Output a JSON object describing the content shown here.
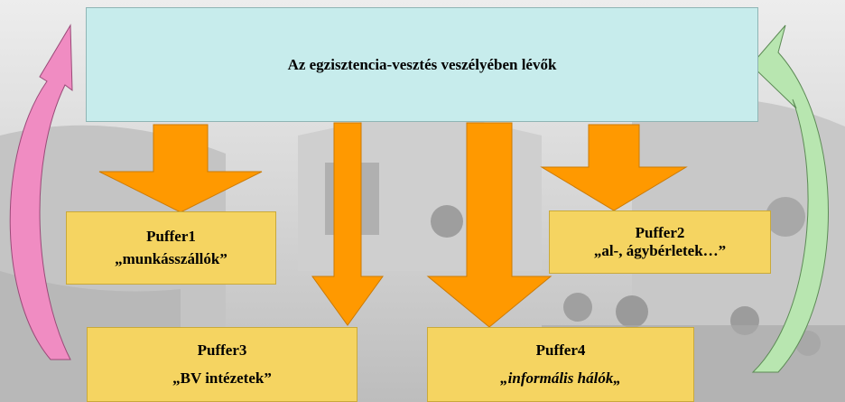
{
  "top": {
    "title": "Az egzisztencia-vesztés veszélyében lévők"
  },
  "puffers": [
    {
      "title": "Puffer1",
      "subtitle": "„munkásszállók”"
    },
    {
      "title": "Puffer2",
      "subtitle": "„al-, ágybérletek…”"
    },
    {
      "title": "Puffer3",
      "subtitle": "„BV intézetek”"
    },
    {
      "title": "Puffer4",
      "subtitle": "„informális hálók„"
    }
  ],
  "colors": {
    "top_box": "#c7ecec",
    "puffer_box": "#f5d461",
    "down_arrow": "#ff9900",
    "left_curved_arrow": "#f08cc2",
    "right_curved_arrow": "#b8e6b0"
  },
  "icons": {
    "left_return": "curved-arrow-up-icon",
    "right_return": "curved-arrow-up-icon"
  }
}
